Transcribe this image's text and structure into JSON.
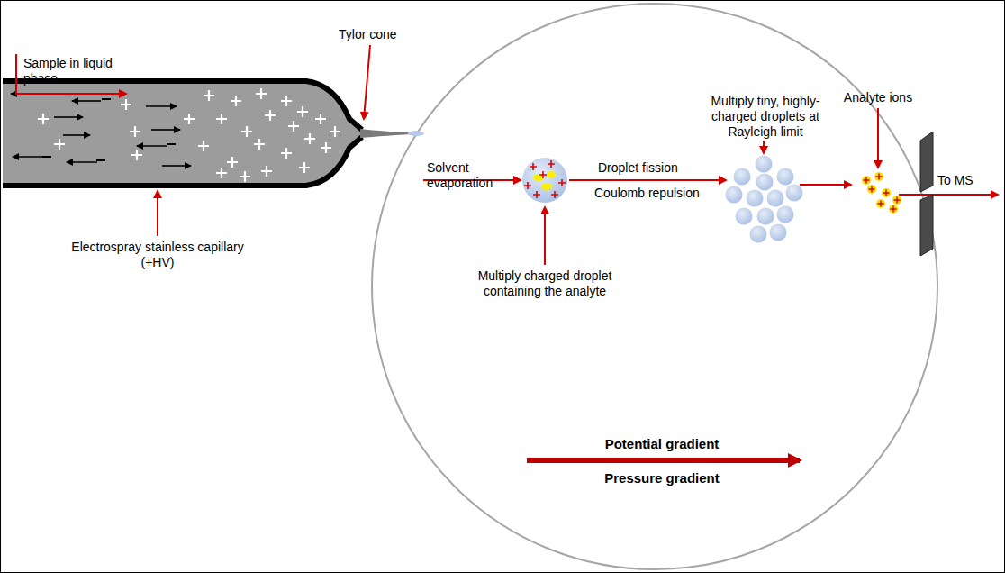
{
  "diagram": {
    "labels": [
      "Sample in liquid phase",
      "Tylor cone",
      "Electrospray stainless capillary (+HV)",
      "Solvent evaporation",
      "Multiply charged droplet containing the analyte",
      "Droplet fission",
      "Coulomb repulsion",
      "Multiply tiny, highly-charged droplets at Rayleigh limit",
      "Analyte ions",
      "To MS",
      "Potential gradient",
      "Pressure gradient"
    ]
  }
}
